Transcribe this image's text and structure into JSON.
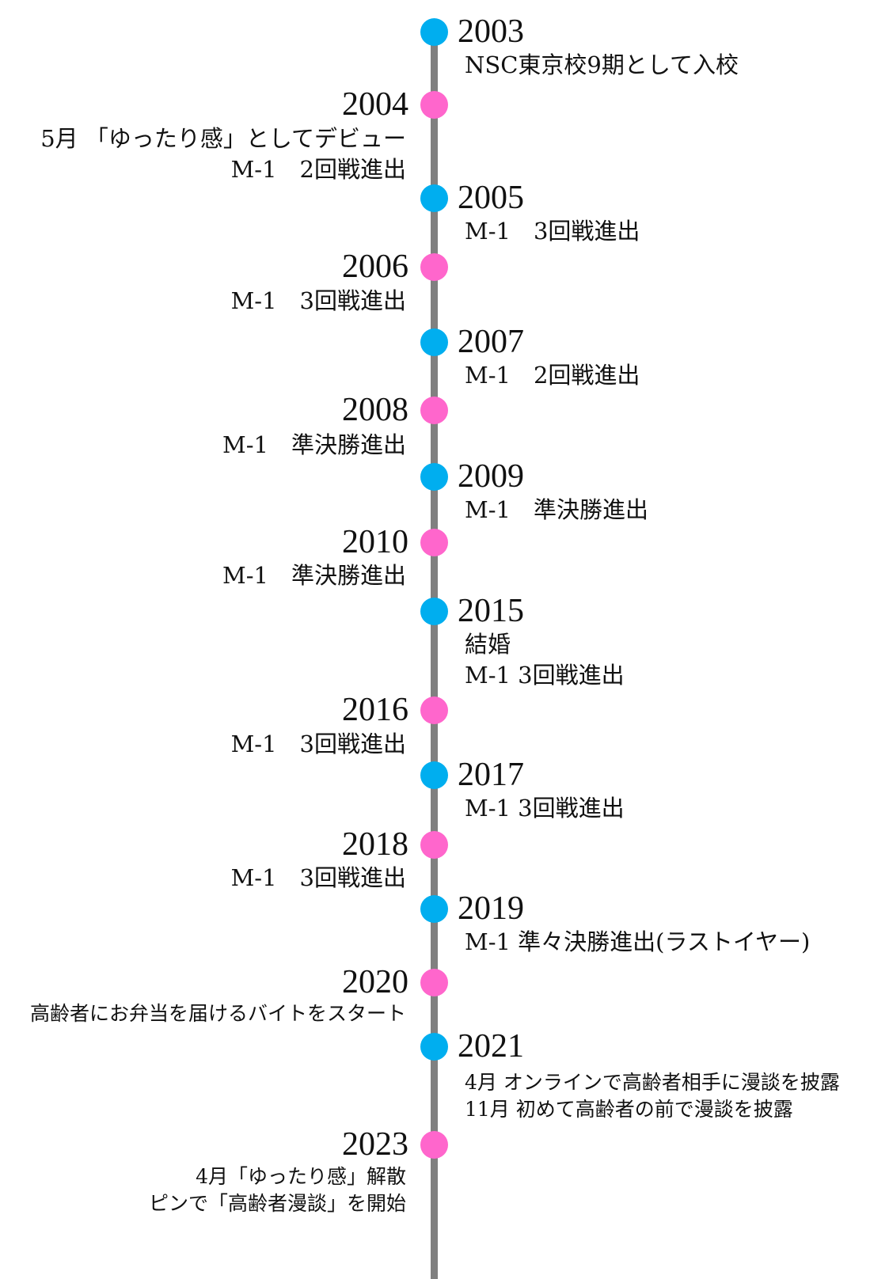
{
  "colors": {
    "line": "#808080",
    "blue": "#00aeef",
    "pink": "#ff66cc"
  },
  "events": [
    {
      "year": "2003",
      "lines": [
        "NSC東京校9期として入校"
      ]
    },
    {
      "year": "2004",
      "lines": [
        "5月 「ゆったり感」としてデビュー",
        "M-1　2回戦進出"
      ]
    },
    {
      "year": "2005",
      "lines": [
        "M-1　3回戦進出"
      ]
    },
    {
      "year": "2006",
      "lines": [
        "M-1　3回戦進出"
      ]
    },
    {
      "year": "2007",
      "lines": [
        "M-1　2回戦進出"
      ]
    },
    {
      "year": "2008",
      "lines": [
        "M-1　準決勝進出"
      ]
    },
    {
      "year": "2009",
      "lines": [
        "M-1　準決勝進出"
      ]
    },
    {
      "year": "2010",
      "lines": [
        "M-1　準決勝進出"
      ]
    },
    {
      "year": "2015",
      "lines": [
        "結婚",
        "M-1 3回戦進出"
      ]
    },
    {
      "year": "2016",
      "lines": [
        "M-1　3回戦進出"
      ]
    },
    {
      "year": "2017",
      "lines": [
        "M-1 3回戦進出"
      ]
    },
    {
      "year": "2018",
      "lines": [
        "M-1　3回戦進出"
      ]
    },
    {
      "year": "2019",
      "lines": [
        "M-1 準々決勝進出(ラストイヤー)"
      ]
    },
    {
      "year": "2020",
      "lines": [
        "高齢者にお弁当を届けるバイトをスタート"
      ]
    },
    {
      "year": "2021",
      "lines": [
        "4月 オンラインで高齢者相手に漫談を披露",
        "11月 初めて高齢者の前で漫談を披露"
      ]
    },
    {
      "year": "2023",
      "lines": [
        "4月「ゆったり感」解散",
        "ピンで「高齢者漫談」を開始"
      ]
    }
  ]
}
